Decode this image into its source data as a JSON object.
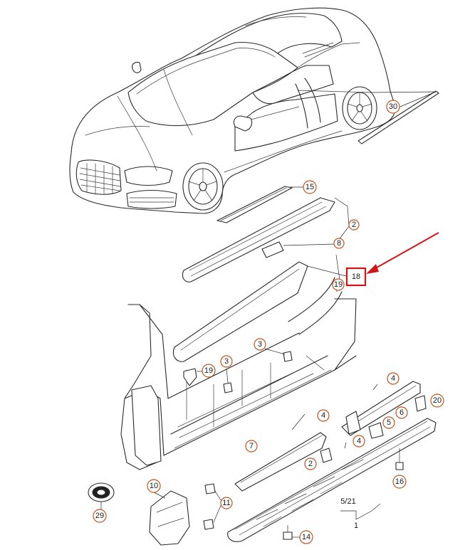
{
  "diagram": {
    "callouts": {
      "c30": "30",
      "c15": "15",
      "c2": "2",
      "c8": "8",
      "c18": "18",
      "c19a": "19",
      "c19b": "19",
      "c3a": "3",
      "c3b": "3",
      "c4a": "4",
      "c4b": "4",
      "c4c": "4",
      "c20": "20",
      "c6": "6",
      "c5a": "5",
      "c7": "7",
      "c2b": "2",
      "c16": "16",
      "c10": "10",
      "c11": "11",
      "c29": "29",
      "c521": "5/21",
      "c1": "1",
      "c14": "14"
    },
    "colors": {
      "callout_ring": "#c0541c",
      "highlight": "#d41414",
      "line": "#2a2a2a"
    }
  }
}
